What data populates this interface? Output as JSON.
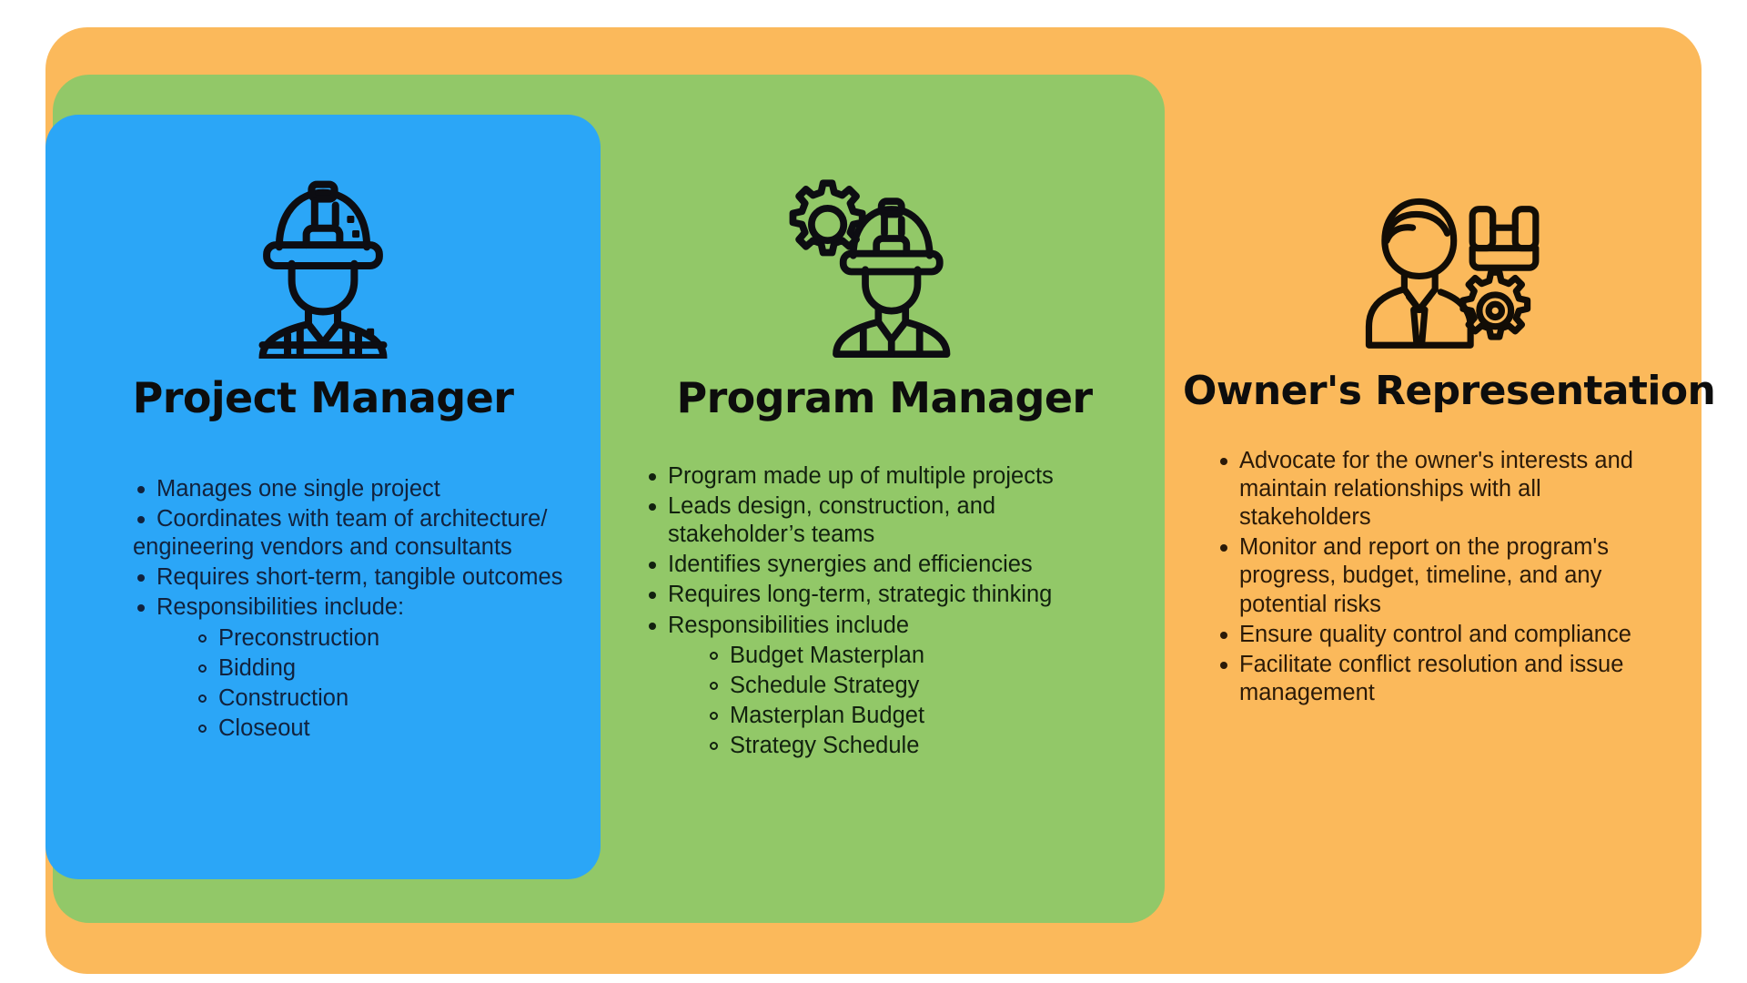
{
  "colors": {
    "orange": "#fbb95b",
    "green": "#92c868",
    "blue": "#2ba6f7",
    "ink": "#0d0d0d",
    "background": "#ffffff"
  },
  "cards": {
    "project": {
      "title": "Project Manager",
      "icon": "construction-worker-hardhat-icon",
      "bullets": [
        {
          "text": "Manages one single project",
          "sub": []
        },
        {
          "text": "Coordinates with team of architecture/ engineering vendors and consultants",
          "sub": []
        },
        {
          "text": "Requires short-term, tangible outcomes",
          "sub": []
        },
        {
          "text": "Responsibilities include:",
          "sub": [
            "Preconstruction",
            "Bidding",
            "Construction",
            "Closeout"
          ]
        }
      ]
    },
    "program": {
      "title": "Program Manager",
      "icon": "gear-worker-hardhat-icon",
      "bullets": [
        {
          "text": "Program made up of multiple projects",
          "sub": []
        },
        {
          "text": "Leads design, construction, and stakeholder’s teams",
          "sub": []
        },
        {
          "text": "Identifies synergies and efficiencies",
          "sub": []
        },
        {
          "text": "Requires long-term, strategic thinking",
          "sub": []
        },
        {
          "text": "Responsibilities include",
          "sub": [
            "Budget Masterplan",
            "Schedule Strategy",
            "Masterplan Budget",
            "Strategy Schedule"
          ]
        }
      ]
    },
    "owner": {
      "title": "Owner's Representation",
      "icon": "businessman-blueprint-gear-icon",
      "bullets": [
        {
          "text": "Advocate for the owner's interests and maintain relationships with all stakeholders",
          "sub": []
        },
        {
          "text": "Monitor and report on the program's progress, budget, timeline, and any potential risks",
          "sub": []
        },
        {
          "text": "Ensure quality control and compliance",
          "sub": []
        },
        {
          "text": "Facilitate conflict resolution and issue management",
          "sub": []
        }
      ]
    }
  }
}
